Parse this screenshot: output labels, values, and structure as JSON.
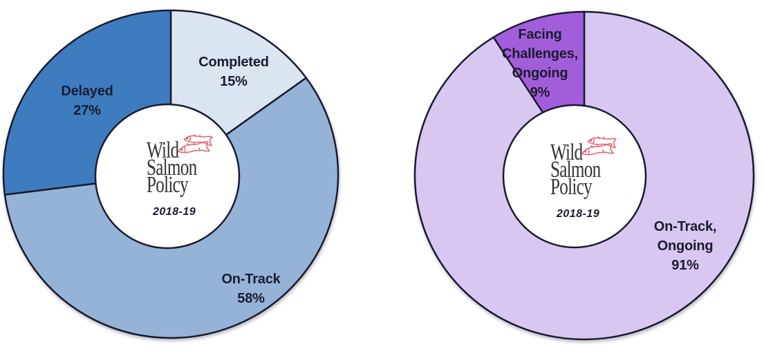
{
  "logo": {
    "line1": "Wild",
    "line2": "Salmon",
    "line3": "Policy",
    "year": "2018-19",
    "fish_icon": "two-salmon-sketch",
    "fish_color": "#e26171",
    "text_color": "#333333"
  },
  "chart_data": [
    {
      "type": "pie",
      "variant": "donut",
      "title": "",
      "start_angle_deg": 0,
      "direction": "clockwise",
      "stroke_color": "#1a1a30",
      "legend": "none",
      "center_label": {
        "lines": [
          "Wild",
          "Salmon",
          "Policy"
        ],
        "year": "2018-19"
      },
      "slices": [
        {
          "label": "Completed",
          "value_pct": 15,
          "pct_label": "15%",
          "label_lines": [
            "Completed"
          ],
          "color": "#dbe5f1"
        },
        {
          "label": "On-Track",
          "value_pct": 58,
          "pct_label": "58%",
          "label_lines": [
            "On-Track"
          ],
          "color": "#95b3d7"
        },
        {
          "label": "Delayed",
          "value_pct": 27,
          "pct_label": "27%",
          "label_lines": [
            "Delayed"
          ],
          "color": "#3e7cbf"
        }
      ]
    },
    {
      "type": "pie",
      "variant": "donut",
      "title": "",
      "start_angle_deg": 0,
      "direction": "clockwise",
      "stroke_color": "#1a1a30",
      "legend": "none",
      "center_label": {
        "lines": [
          "Wild",
          "Salmon",
          "Policy"
        ],
        "year": "2018-19"
      },
      "slices": [
        {
          "label": "On-Track, Ongoing",
          "value_pct": 91,
          "pct_label": "91%",
          "label_lines": [
            "On-Track,",
            "Ongoing"
          ],
          "color": "#d7c7f1"
        },
        {
          "label": "Facing Challenges, Ongoing",
          "value_pct": 9,
          "pct_label": "9%",
          "label_lines": [
            "Facing",
            "Challenges,",
            "Ongoing"
          ],
          "color": "#a25eda"
        }
      ]
    }
  ]
}
